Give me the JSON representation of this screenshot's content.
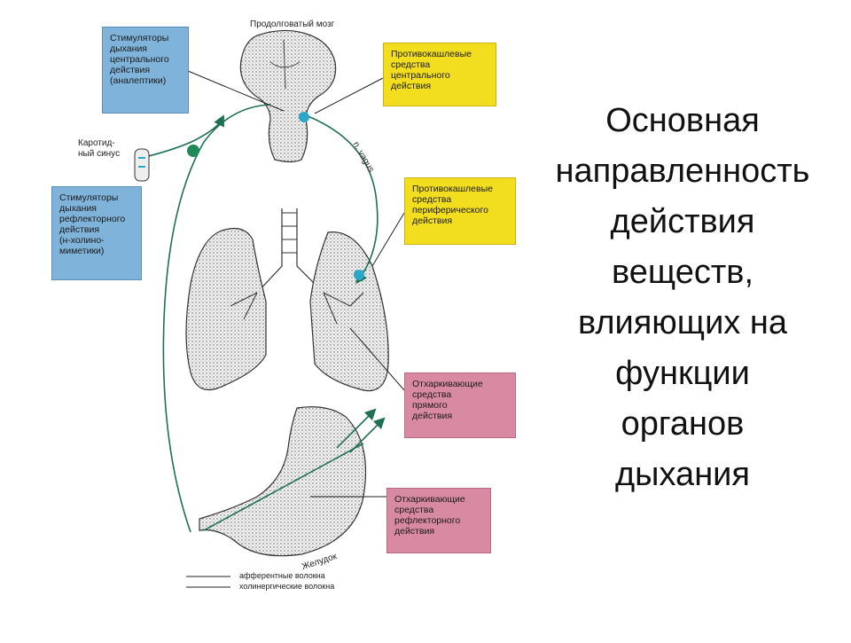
{
  "diagram": {
    "brain_label": "Продолговатый мозг",
    "carotid_label": [
      "Каротид-",
      "ный синус"
    ],
    "vagus_label": "n. vagus",
    "stomach_label": "Желудок",
    "boxes": {
      "central_stimulants": [
        "Стимуляторы",
        "дыхания",
        "центрального",
        "действия",
        "(аналептики)"
      ],
      "central_antitussive": [
        "Противокашлевые",
        "средства",
        "центрального",
        "действия"
      ],
      "reflex_stimulants": [
        "Стимуляторы",
        "дыхания",
        "рефлекторного",
        "действия",
        "(н-холино-",
        "миметики)"
      ],
      "peripheral_antitussive": [
        "Противокашлевые",
        "средства",
        "периферического",
        "действия"
      ],
      "direct_expectorants": [
        "Отхаркивающие",
        "средства",
        "прямого",
        "действия"
      ],
      "reflex_expectorants": [
        "Отхаркивающие",
        "средства",
        "рефлекторного",
        "действия"
      ]
    },
    "legend": [
      {
        "label": "афферентные волокна",
        "color": "#1f6f55"
      },
      {
        "label": "холинергические волокна",
        "color": "#2a8a78"
      }
    ]
  },
  "title_lines": [
    "Основная",
    "направленность",
    "действия",
    "веществ,",
    "влияющих на",
    "функции",
    "органов",
    "дыхания"
  ],
  "colors": {
    "blue_box": "#7fb3da",
    "yellow_box": "#f2dd1e",
    "pink_box": "#d98aa3",
    "fiber": "#1f6f55"
  }
}
